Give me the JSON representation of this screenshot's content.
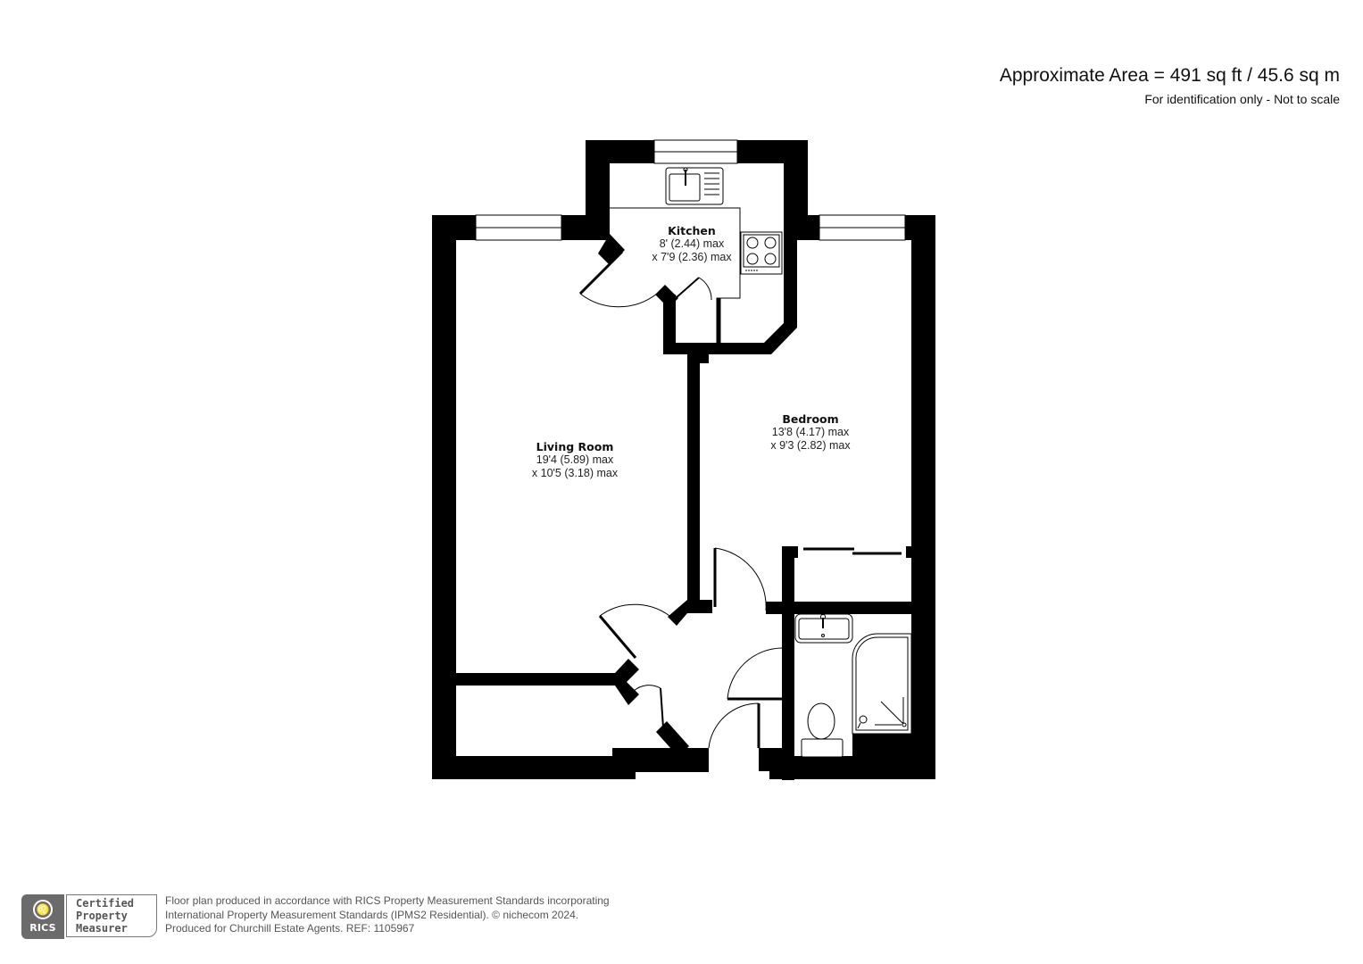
{
  "header": {
    "area_title": "Approximate Area = 491 sq ft / 45.6 sq m",
    "disclaimer": "For identification only - Not to scale"
  },
  "rooms": {
    "kitchen": {
      "name": "Kitchen",
      "dim1": "8' (2.44) max",
      "dim2": "x 7'9 (2.36) max"
    },
    "living_room": {
      "name": "Living Room",
      "dim1": "19'4 (5.89) max",
      "dim2": "x 10'5 (3.18) max"
    },
    "bedroom": {
      "name": "Bedroom",
      "dim1": "13'8 (4.17) max",
      "dim2": "x 9'3 (2.82) max"
    }
  },
  "fixtures": {
    "icons": [
      "sink-icon",
      "hob-icon",
      "basin-icon",
      "toilet-icon",
      "shower-icon",
      "wardrobe-icon"
    ]
  },
  "footer": {
    "rics_label": "RICS",
    "cert_lines": [
      "Certified",
      "Property",
      "Measurer"
    ],
    "text_lines": [
      "Floor plan produced in accordance with RICS Property Measurement Standards incorporating",
      "International Property Measurement Standards (IPMS2 Residential).   © nichecom 2024.",
      "Produced for Churchill Estate Agents.   REF: 1105967"
    ]
  },
  "colors": {
    "wall": "#000000",
    "background": "#ffffff",
    "footer_grey": "#6b6b6b"
  }
}
